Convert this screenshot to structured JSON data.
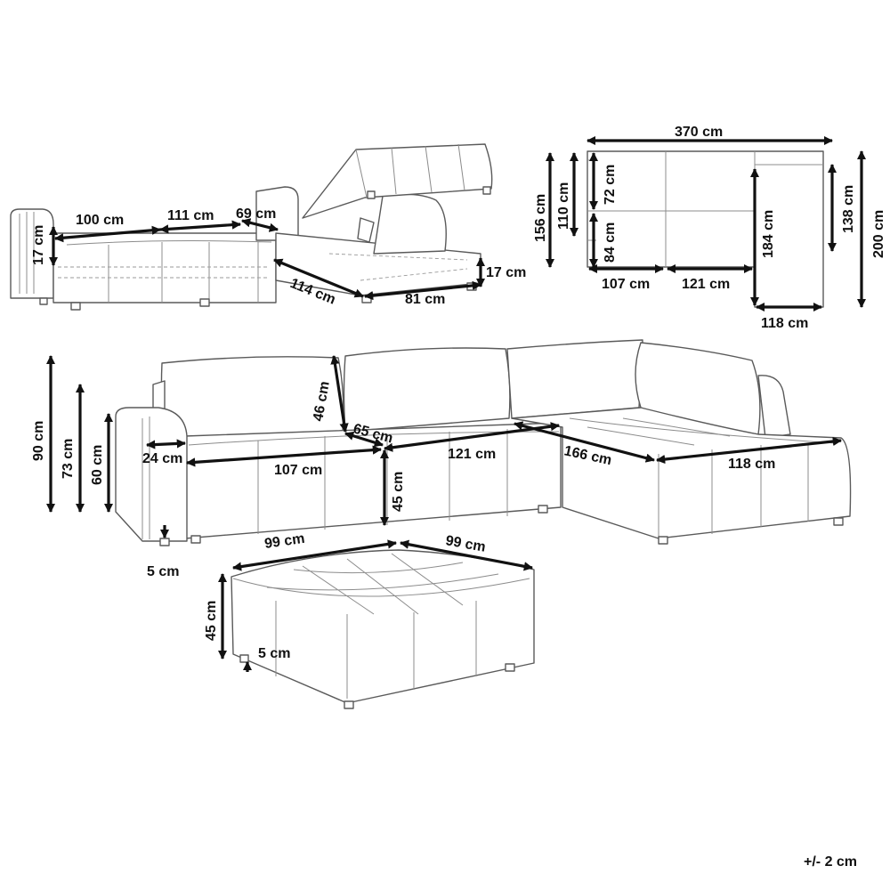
{
  "sleeper_view": {
    "labels": [
      "100 cm",
      "111 cm",
      "69 cm",
      "17 cm",
      "114 cm",
      "81 cm",
      "17 cm"
    ]
  },
  "top_view": {
    "labels": [
      "370 cm",
      "156 cm",
      "110 cm",
      "72 cm",
      "84 cm",
      "107 cm",
      "121 cm",
      "184 cm",
      "138 cm",
      "200 cm",
      "118 cm"
    ]
  },
  "sofa_view": {
    "labels": [
      "90 cm",
      "73 cm",
      "60 cm",
      "46 cm",
      "65 cm",
      "24 cm",
      "107 cm",
      "121 cm",
      "166 cm",
      "118 cm",
      "45 cm",
      "5 cm"
    ]
  },
  "ottoman_view": {
    "labels": [
      "99 cm",
      "99 cm",
      "45 cm",
      "5 cm"
    ]
  },
  "tolerance": "+/- 2 cm"
}
